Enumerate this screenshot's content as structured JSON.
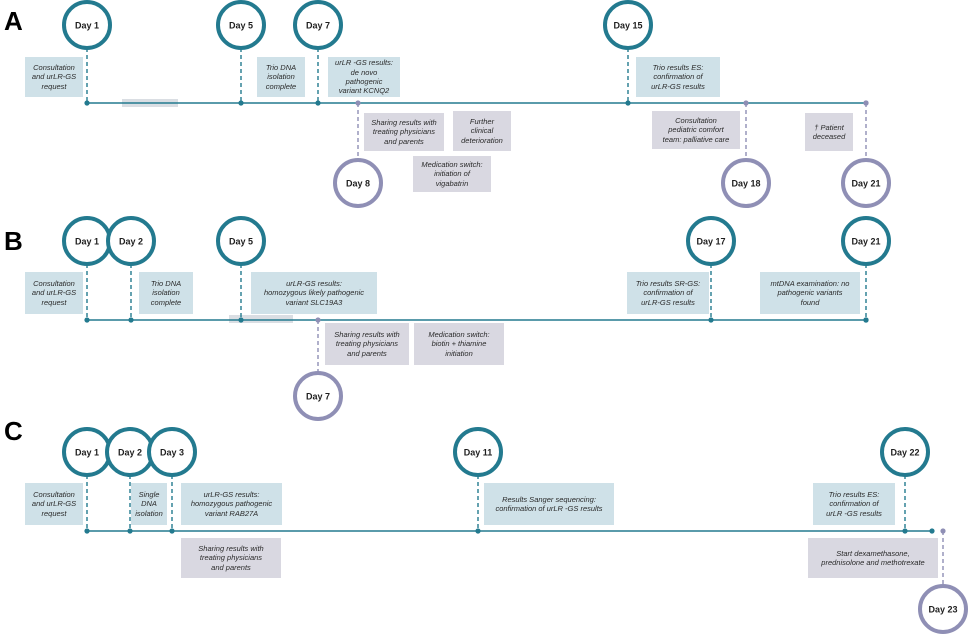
{
  "colors": {
    "teal": "#237a8f",
    "purple": "#8f8fb5",
    "line": "#237a8f",
    "blue_box": "#cfe1e8",
    "purple_box": "#d9d8e1",
    "shade": "#dadee3"
  },
  "panels": [
    {
      "letter": "A",
      "top_days": [
        "Day 1",
        "Day 5",
        "Day 7",
        "Day 15"
      ],
      "bottom_days": [
        "Day 8",
        "Day 18",
        "Day 21"
      ],
      "notes": [
        "Consultation\nand urLR-GS\nrequest",
        "Trio DNA\nisolation\ncomplete",
        "urLR -GS results:\nde novo pathogenic\nvariant KCNQ2",
        "Trio results ES:\nconfirmation of\nurLR-GS results",
        "Sharing results with\ntreating physicians\nand parents",
        "Further\nclinical\ndeterioration",
        "Medication switch:\ninitiation of\nvigabatrin",
        "Consultation\npediatric comfort\nteam: palliative care",
        "† Patient\ndeceased"
      ]
    },
    {
      "letter": "B",
      "top_days": [
        "Day 1",
        "Day 2",
        "Day 5",
        "Day 17",
        "Day 21"
      ],
      "bottom_days": [
        "Day 7"
      ],
      "notes": [
        "Consultation\nand urLR-GS\nrequest",
        "Trio DNA\nisolation\ncomplete",
        "urLR-GS results:\nhomozygous likely pathogenic\nvariant SLC19A3",
        "Trio results SR-GS:\nconfirmation of\nurLR-GS results",
        "mtDNA examination: no\npathogenic variants\nfound",
        "Sharing results with\ntreating physicians\nand parents",
        "Medication switch:\nbiotin + thiamine\ninitiation"
      ]
    },
    {
      "letter": "C",
      "top_days": [
        "Day 1",
        "Day 2",
        "Day 3",
        "Day 11",
        "Day 22"
      ],
      "bottom_days": [
        "Day 23"
      ],
      "notes": [
        "Consultation\nand urLR-GS\nrequest",
        "Single\nDNA\nisolation",
        "urLR-GS results:\nhomozygous pathogenic\nvariant RAB27A",
        "Results Sanger sequencing:\nconfirmation of urLR -GS results",
        "Trio results ES:\nconfirmation of\nurLR -GS results",
        "Sharing results with\ntreating physicians\nand parents",
        "Start dexamethasone,\nprednisolone and methotrexate"
      ]
    }
  ]
}
